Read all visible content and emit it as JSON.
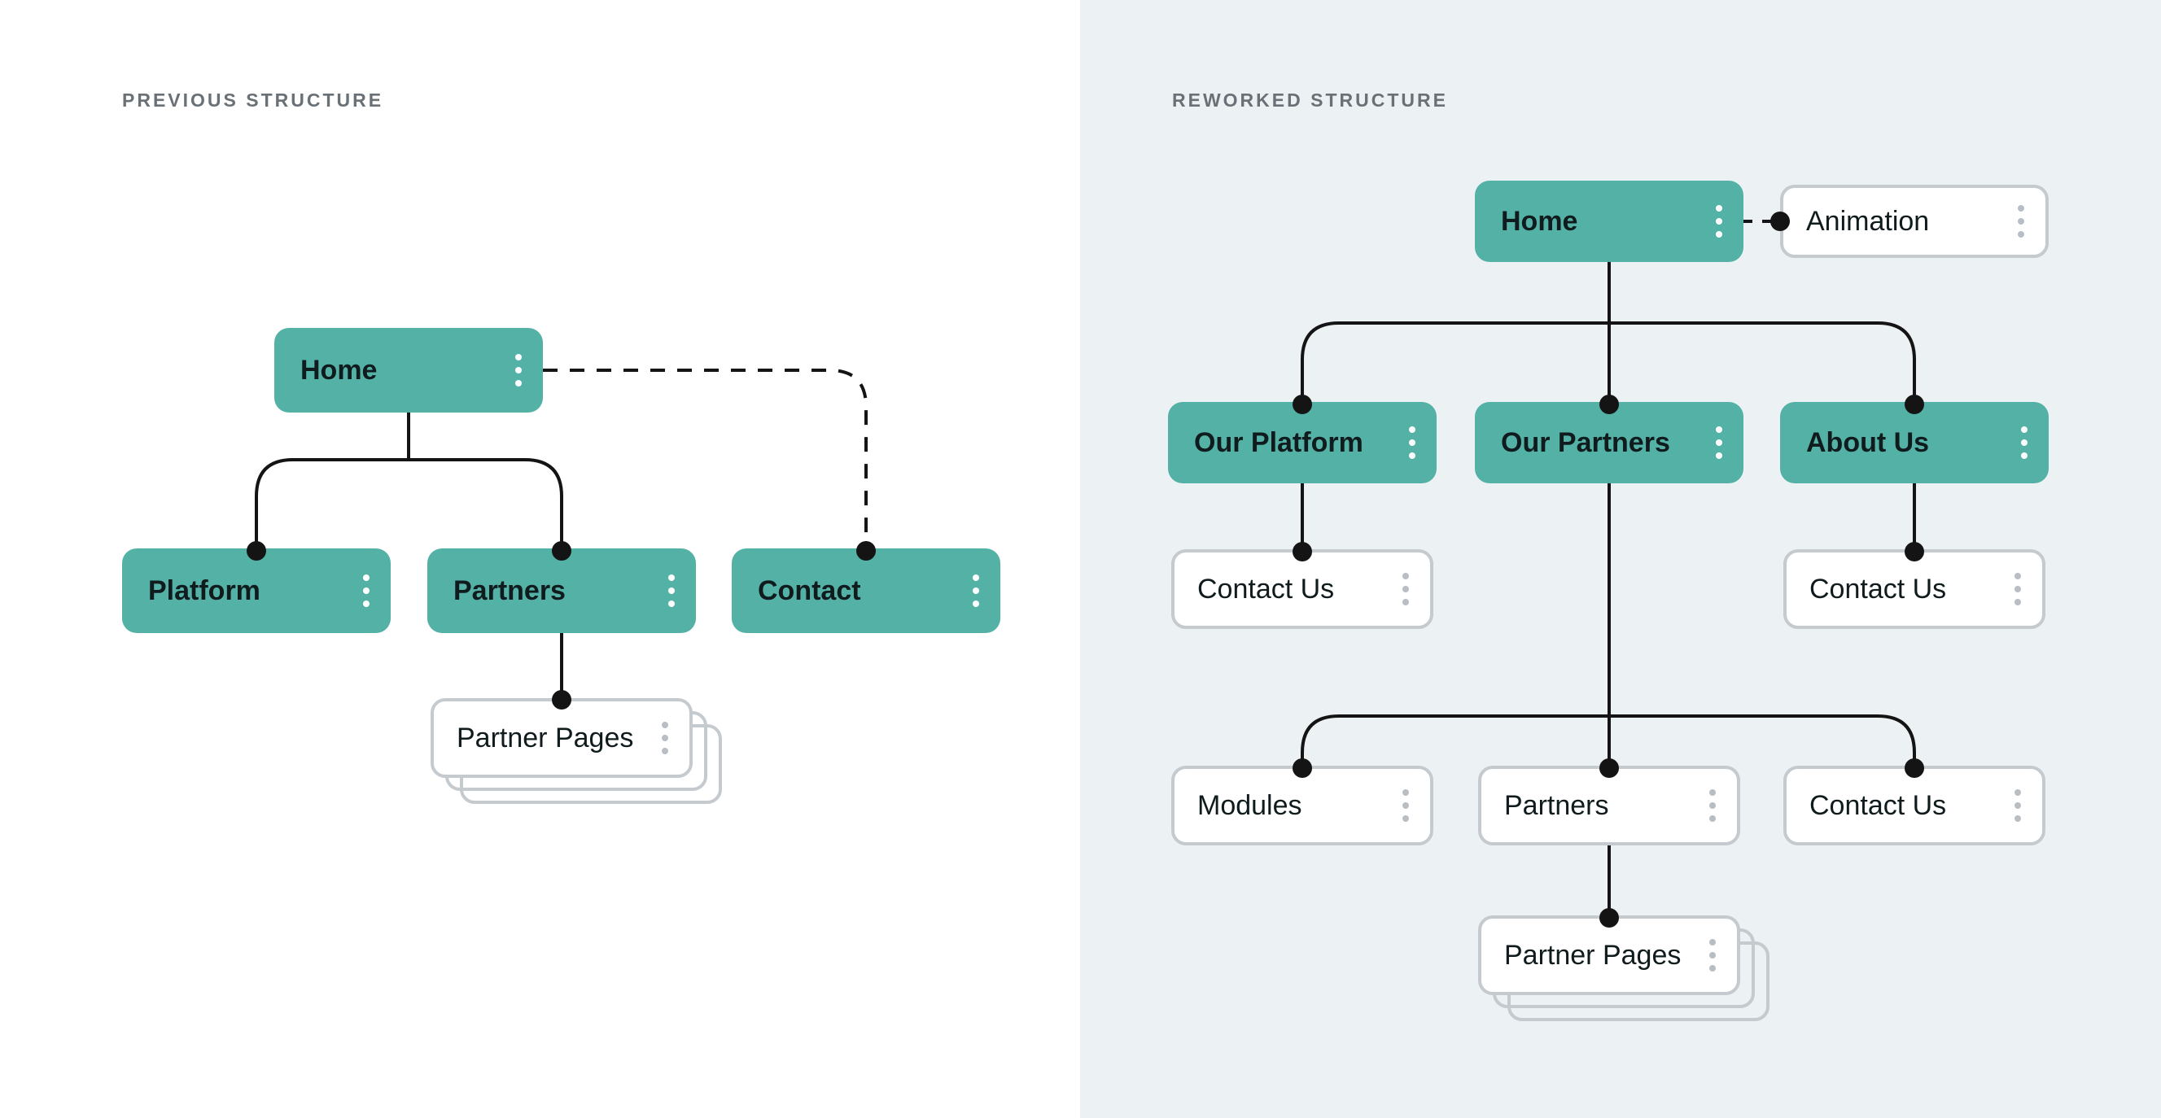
{
  "left_panel": {
    "heading": "PREVIOUS STRUCTURE",
    "nodes": {
      "home": "Home",
      "platform": "Platform",
      "partners": "Partners",
      "contact": "Contact",
      "partner_pages": "Partner Pages"
    },
    "edges": [
      {
        "from": "Home",
        "to": "Platform",
        "style": "solid"
      },
      {
        "from": "Home",
        "to": "Partners",
        "style": "solid"
      },
      {
        "from": "Home",
        "to": "Contact",
        "style": "dashed"
      },
      {
        "from": "Partners",
        "to": "Partner Pages",
        "style": "solid"
      }
    ]
  },
  "right_panel": {
    "heading": "REWORKED STRUCTURE",
    "nodes": {
      "home": "Home",
      "animation": "Animation",
      "our_platform": "Our Platform",
      "our_partners": "Our Partners",
      "about_us": "About Us",
      "contact_us_platform": "Contact Us",
      "contact_us_about": "Contact Us",
      "modules": "Modules",
      "partners": "Partners",
      "contact_us_partners": "Contact Us",
      "partner_pages": "Partner Pages"
    },
    "edges": [
      {
        "from": "Home",
        "to": "Animation",
        "style": "dashed"
      },
      {
        "from": "Home",
        "to": "Our Platform",
        "style": "solid"
      },
      {
        "from": "Home",
        "to": "Our Partners",
        "style": "solid"
      },
      {
        "from": "Home",
        "to": "About Us",
        "style": "solid"
      },
      {
        "from": "Our Platform",
        "to": "Contact Us",
        "style": "solid"
      },
      {
        "from": "About Us",
        "to": "Contact Us",
        "style": "solid"
      },
      {
        "from": "Our Partners",
        "to": "Modules",
        "style": "solid"
      },
      {
        "from": "Our Partners",
        "to": "Partners",
        "style": "solid"
      },
      {
        "from": "Our Partners",
        "to": "Contact Us",
        "style": "solid"
      },
      {
        "from": "Partners",
        "to": "Partner Pages",
        "style": "solid"
      }
    ]
  },
  "colors": {
    "teal": "#54B1A6",
    "panel_bg_left": "#FFFFFF",
    "panel_bg_right": "#ECF1F4",
    "node_border": "#C5CACF",
    "heading_text": "#697076",
    "label_text": "#101B1E",
    "line": "#141414",
    "kebab_gray": "#B8BEC4"
  }
}
